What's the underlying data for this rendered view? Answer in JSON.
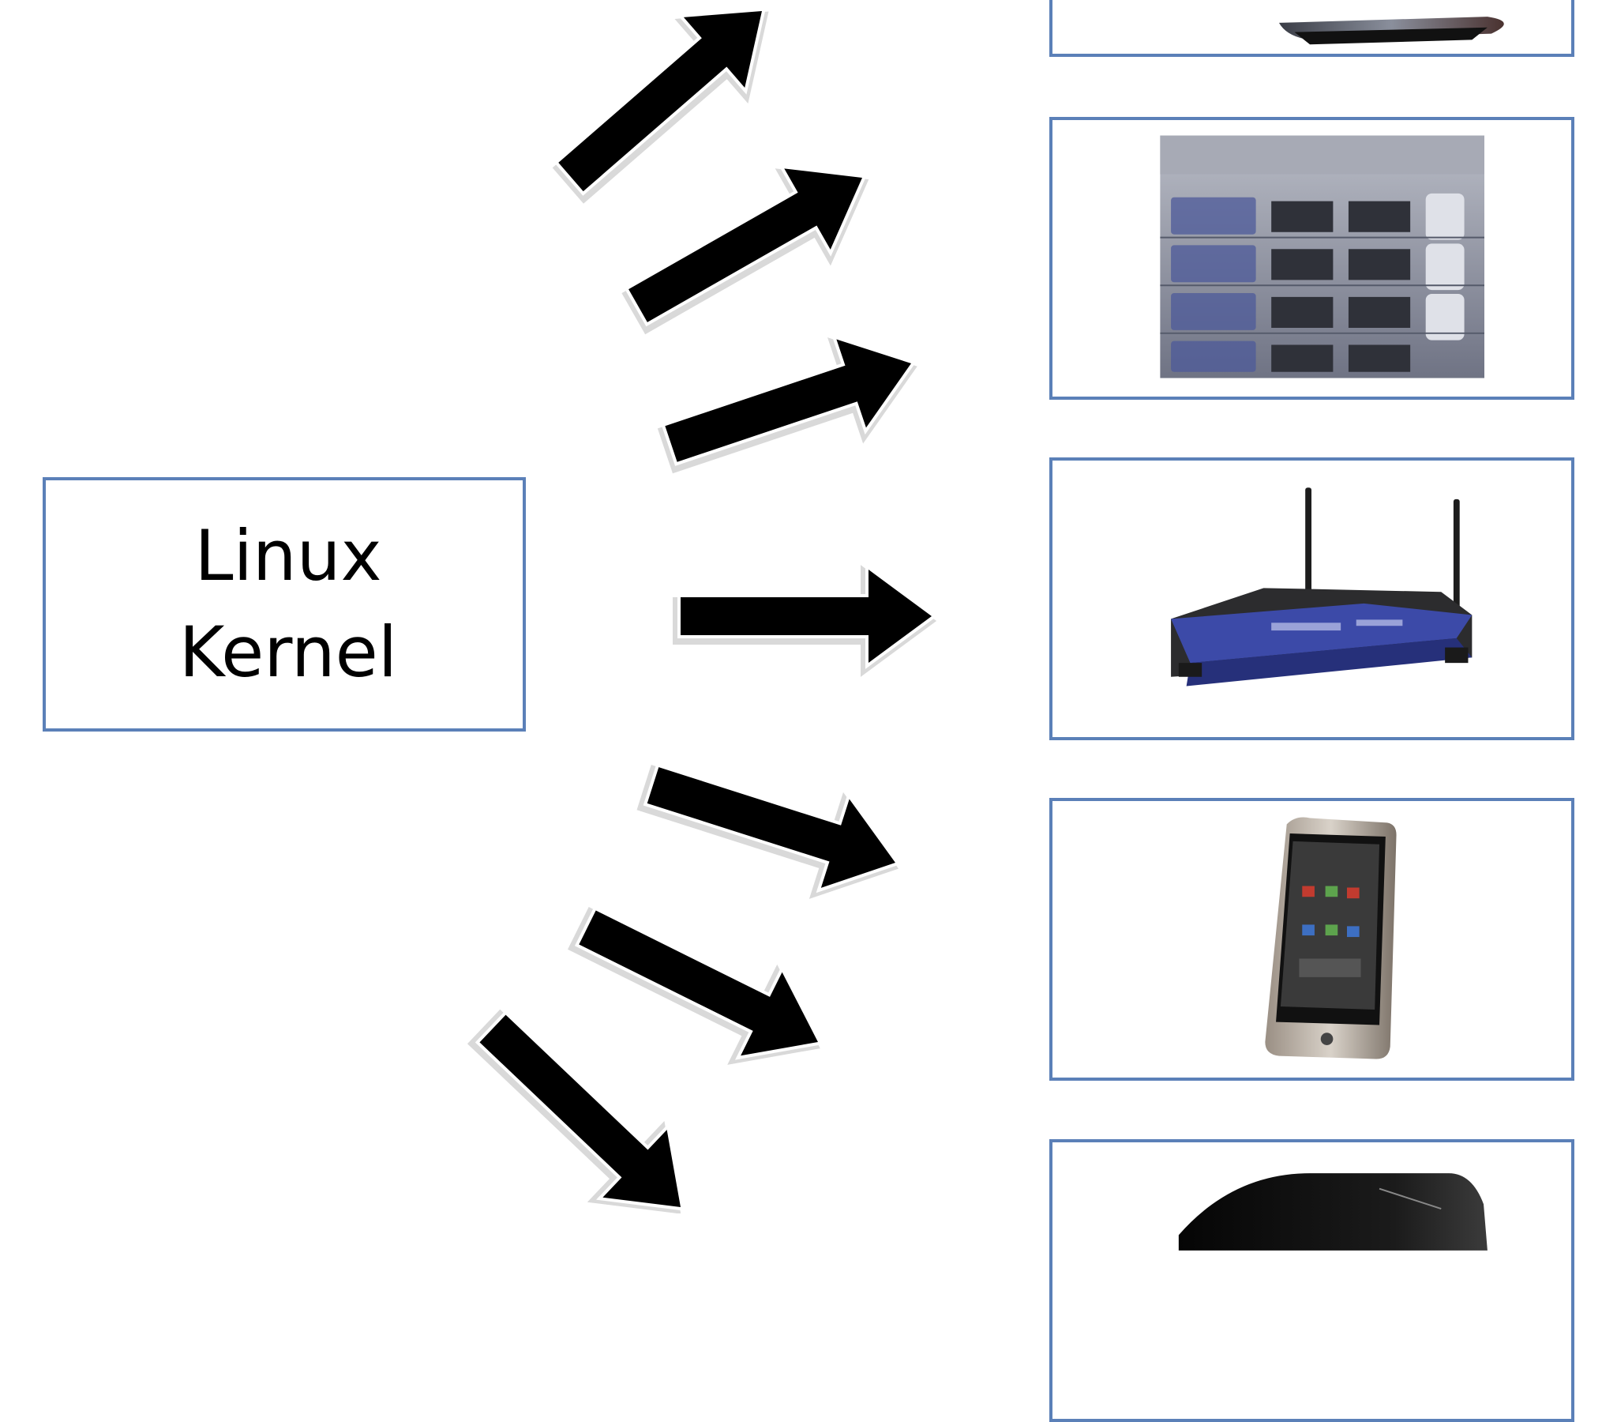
{
  "kernel_box": {
    "line1": "Linux",
    "line2": "Kernel"
  },
  "devices": [
    {
      "name": "laptop"
    },
    {
      "name": "rack-servers"
    },
    {
      "name": "wireless-router"
    },
    {
      "name": "smartphone"
    },
    {
      "name": "dark-device"
    }
  ],
  "arrows": [
    {
      "name": "arrow-to-laptop"
    },
    {
      "name": "arrow-to-servers"
    },
    {
      "name": "arrow-to-upper-right"
    },
    {
      "name": "arrow-to-router"
    },
    {
      "name": "arrow-to-lower-right"
    },
    {
      "name": "arrow-to-smartphone"
    },
    {
      "name": "arrow-to-bottom"
    }
  ],
  "colors": {
    "box_border": "#5b80b8",
    "arrow_fill": "#000000"
  }
}
